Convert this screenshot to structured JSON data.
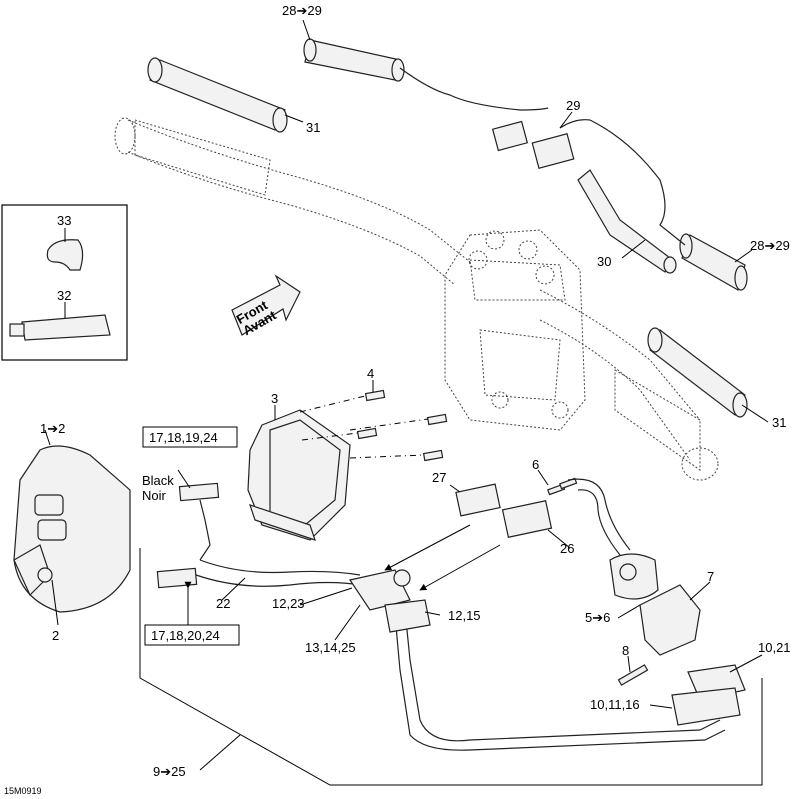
{
  "callouts": {
    "c28_29_top": "28➔29",
    "c31_top": "31",
    "c29": "29",
    "c30": "30",
    "c28_29_right": "28➔29",
    "c31_right": "31",
    "c33": "33",
    "c32": "32",
    "c4": "4",
    "c3": "3",
    "c1_2": "1➔2",
    "c2": "2",
    "c27": "27",
    "c6": "6",
    "c26": "26",
    "c7": "7",
    "c5_6": "5➔6",
    "c8": "8",
    "c10_21": "10,21",
    "c10_11_16": "10,11,16",
    "c22": "22",
    "c12_23": "12,23",
    "c12_15": "12,15",
    "c13_14_25": "13,14,25",
    "c9_25": "9➔25"
  },
  "boxes": {
    "upper_connector": "17,18,19,24",
    "lower_connector": "17,18,20,24"
  },
  "color_note": {
    "en": "Black",
    "fr": "Noir"
  },
  "direction_arrow": {
    "line1": "Front",
    "line2": "Avant"
  },
  "figure_code": "15M0919"
}
